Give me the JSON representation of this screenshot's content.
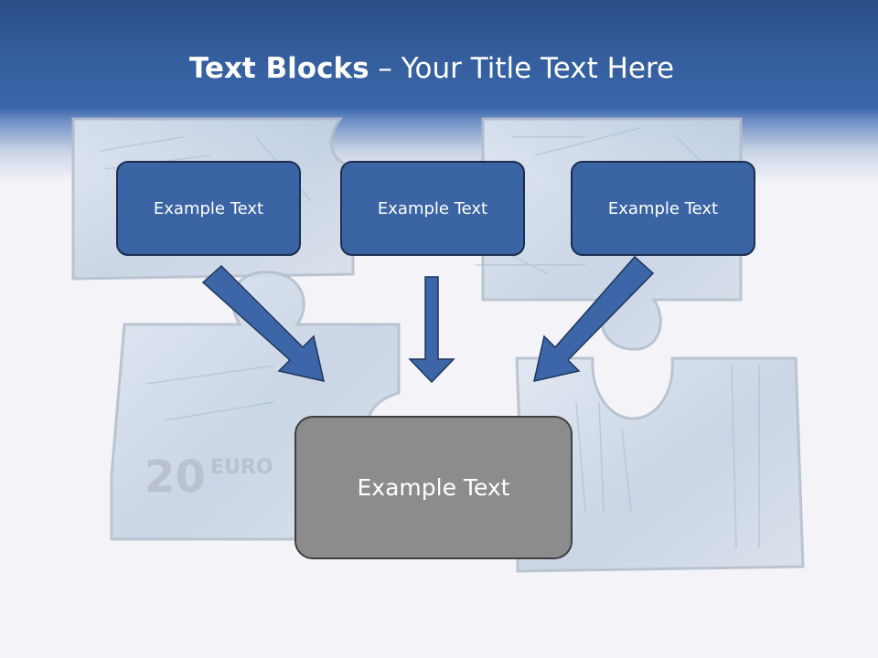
{
  "slide": {
    "title_bold": "Text Blocks",
    "title_dash": " – ",
    "title_rest": "Your Title Text Here"
  },
  "blocks": {
    "left": "Example Text",
    "middle": "Example Text",
    "right": "Example Text",
    "bottom": "Example Text"
  },
  "background": {
    "banknote_number": "20",
    "banknote_currency": "EURO"
  },
  "colors": {
    "header_blue": "#345d9c",
    "block_blue": "#3a64a3",
    "block_gray": "#8c8c8c",
    "arrow_blue": "#3d66a8"
  }
}
